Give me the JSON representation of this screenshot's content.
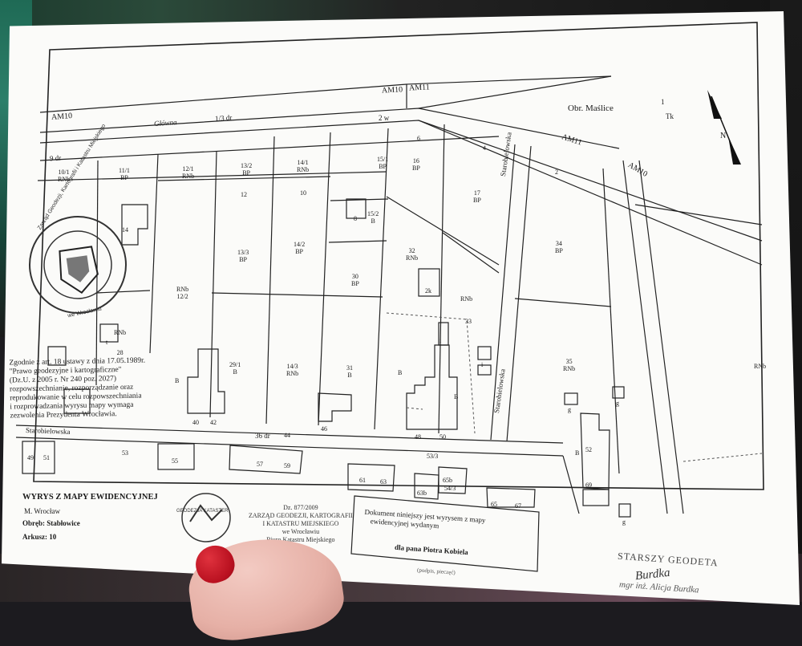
{
  "map": {
    "streets": {
      "glowna": "Główna",
      "starobielowska": "Starobielowska"
    },
    "road_labels": {
      "am10": "AM10",
      "am11": "AM11",
      "dr_13": "1/3 dr",
      "w_2": "2 w",
      "dr_9": "9 dr",
      "dr_36": "36 dr"
    },
    "obreb_label": "Obr. Maślice",
    "tk": {
      "num": "1",
      "code": "Tk"
    },
    "north": "N",
    "parcels": [
      {
        "num": "10/1",
        "use": "RNb"
      },
      {
        "num": "11/1",
        "use": "BP"
      },
      {
        "num": "12/1",
        "use": "RNb"
      },
      {
        "num": "13/2",
        "use": "BP"
      },
      {
        "num": "14/1",
        "use": "RNb"
      },
      {
        "num": "15/1",
        "use": "BP"
      },
      {
        "num": "16",
        "use": "BP"
      },
      {
        "num": "17",
        "use": "BP"
      },
      {
        "num": "34",
        "use": "BP"
      },
      {
        "num": "13/3",
        "use": "BP"
      },
      {
        "num": "14/2",
        "use": "BP"
      },
      {
        "num": "15/2",
        "use": "B"
      },
      {
        "num": "30",
        "use": "BP"
      },
      {
        "num": "32",
        "use": "RNb"
      },
      {
        "num": "12/2",
        "use": "RNb"
      },
      {
        "num": "29/1",
        "use": "B"
      },
      {
        "num": "14/3",
        "use": "RNb"
      },
      {
        "num": "31",
        "use": "B"
      },
      {
        "num": "35",
        "use": "RNb"
      },
      {
        "num": "28",
        "use": "RNb"
      }
    ],
    "misc_numbers": [
      "12",
      "10",
      "6",
      "4",
      "2",
      "14",
      "8",
      "2k",
      "33",
      "44",
      "53",
      "55",
      "57",
      "59",
      "61",
      "63",
      "49",
      "51",
      "65",
      "67",
      "63b",
      "65b",
      "52",
      "69",
      "40",
      "42",
      "46",
      "48",
      "50",
      "54/3",
      "53/3"
    ],
    "land_use_misc": [
      "RNb",
      "B",
      "t",
      "i",
      "g"
    ]
  },
  "stamp": {
    "ring_top": "Zarząd Geodezji, Kartografii i Katastru Miejskiego",
    "ring_bottom": "we Wrocławiu"
  },
  "copyright": {
    "lines": [
      "Zgodnie z art. 18 ustawy z dnia 17.05.1989r.",
      "\"Prawo geodezyjne i kartograficzne\"",
      "(Dz.U. z 2005 r. Nr 240 poz. 2027)",
      "rozpowszechnianie, rozporządzanie oraz",
      "reprodukowanie w celu rozpowszechniania",
      "i rozprowadzania wyrysu mapy wymaga",
      "zezwolenia Prezydenta Wrocławia."
    ]
  },
  "title_block": {
    "title": "WYRYS Z MAPY EWIDENCYJNEJ",
    "city": "M. Wrocław",
    "obreb": "Obręb: Stabłowice",
    "arkusz": "Arkusz: 10"
  },
  "issuer": {
    "doc_no": "Dz. 877/2009",
    "line1": "ZARZĄD GEODEZJI, KARTOGRAFII",
    "line2": "I KATASTRU MIEJSKIEGO",
    "line3": "we Wrocławiu",
    "line4": "Biuro Katastru Miejskiego",
    "logo_text": "GEODEZJA KATASTER"
  },
  "certificate": {
    "line1": "Dokument niniejszy jest wyrysem z mapy",
    "line2": "ewidencyjnej wydanym",
    "recipient": "dla pana Piotra Kobiela",
    "footer": "(podpis, pieczęć)"
  },
  "signature": {
    "role": "STARSZY GEODETA",
    "scribble": "Burdka",
    "name": "mgr inż. Alicja Burdka"
  }
}
